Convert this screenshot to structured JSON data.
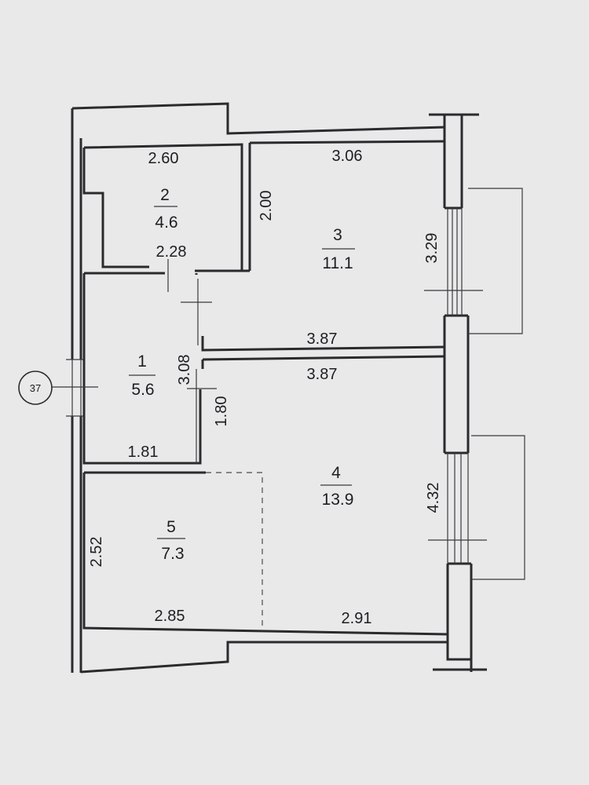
{
  "rooms": [
    {
      "id": "1",
      "number": "1",
      "area": "5.6"
    },
    {
      "id": "2",
      "number": "2",
      "area": "4.6"
    },
    {
      "id": "3",
      "number": "3",
      "area": "11.1"
    },
    {
      "id": "4",
      "number": "4",
      "area": "13.9"
    },
    {
      "id": "5",
      "number": "5",
      "area": "7.3"
    }
  ],
  "dimensions": {
    "room2_width": "2.60",
    "room2_bottom": "2.28",
    "room2_height": "2.00",
    "room3_width": "3.06",
    "room3_height": "3.29",
    "room3_bottom": "3.87",
    "room4_top": "3.87",
    "room4_height": "4.32",
    "room4_bottom": "2.91",
    "room1_height": "3.08",
    "room1_bottom": "1.81",
    "room1_door": "1.80",
    "room5_height": "2.52",
    "room5_bottom": "2.85"
  },
  "apartment_marker": "37"
}
